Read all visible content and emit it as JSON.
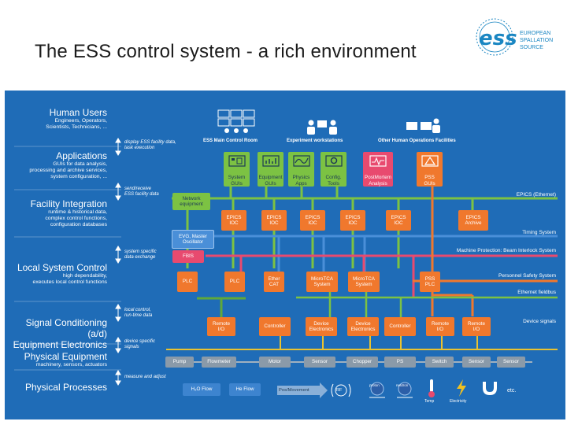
{
  "slide": {
    "title": "The ESS control system - a rich environment"
  },
  "logo": {
    "mark": "ess",
    "line1": "EUROPEAN",
    "line2": "SPALLATION",
    "line3": "SOURCE"
  },
  "layers": [
    {
      "title": "Human Users",
      "sub": [
        "Engineers, Operators,",
        "Scientists, Technicians, ..."
      ]
    },
    {
      "title": "Applications",
      "sub": [
        "GUIs for data analysis,",
        "processing and archive services,",
        "system configuration, ..."
      ]
    },
    {
      "title": "Facility Integration",
      "sub": [
        "runtime & historical data,",
        "complex control functions,",
        "configuration databases"
      ]
    },
    {
      "title": "Local System Control",
      "sub": [
        "high dependability,",
        "executes local control functions"
      ]
    },
    {
      "title": "Signal Conditioning (a/d)",
      "sub": [
        "Equipment Electronics"
      ]
    },
    {
      "title": "Physical Equipment",
      "sub": [
        "machinery, sensors, actuators"
      ]
    },
    {
      "title": "Physical Processes",
      "sub": []
    }
  ],
  "notes": [
    [
      "display ESS facility data,",
      "task execution"
    ],
    [
      "send/receive",
      "ESS facility data"
    ],
    [
      "system specific",
      "data exchange"
    ],
    [
      "local control,",
      "run-time data"
    ],
    [
      "device specific",
      "signals"
    ],
    [
      "measure and adjust"
    ]
  ],
  "user_groups": [
    "ESS Main Control Room",
    "Experiment workstations",
    "Other Human Operations Facilities"
  ],
  "apps": [
    [
      "System",
      "GUIs"
    ],
    [
      "Equipment",
      "GUIs"
    ],
    [
      "Physics",
      "Apps"
    ],
    [
      "Config.",
      "Tools"
    ],
    [
      "PostMortem",
      "Analysis"
    ],
    [
      "PSS",
      "GUIs"
    ]
  ],
  "network": [
    "Network",
    "equipment"
  ],
  "iocs": [
    [
      "EPICS",
      "IOC"
    ],
    [
      "EPICS",
      "IOC"
    ],
    [
      "EPICS",
      "IOC"
    ],
    [
      "EPICS",
      "IOC"
    ],
    [
      "EPICS",
      "IOC"
    ]
  ],
  "archive": [
    "EPICS",
    "Archive"
  ],
  "evg": [
    "EVG, Master",
    "Oscillator"
  ],
  "fbis": "FBIS",
  "buses": {
    "epics": "EPICS (Ethernet)",
    "timing": "Timing System",
    "machine_protection": "Machine Protection: Beam Interlock System",
    "pss": "Personnel Safety System",
    "fieldbus": "Ethernet fieldbus",
    "device_signals": "Device signals"
  },
  "local_controllers": [
    [
      "PLC"
    ],
    [
      "PLC"
    ],
    [
      "Ether",
      "CAT"
    ],
    [
      "MicroTCA",
      "System"
    ],
    [
      "MicroTCA",
      "System"
    ],
    [
      "PSS",
      "PLC"
    ]
  ],
  "electronics": [
    [
      "Remote",
      "I/O"
    ],
    [
      "Controller"
    ],
    [
      "Device",
      "Electronics"
    ],
    [
      "Device",
      "Electronics"
    ],
    [
      "Controller"
    ],
    [
      "Remote",
      "I/O"
    ],
    [
      "Remote",
      "I/O"
    ]
  ],
  "equipment": [
    "Pump",
    "Flowmeter",
    "Motor",
    "Sensor",
    "Chopper",
    "PS",
    "Switch",
    "Sensor",
    "Sensor"
  ],
  "processes": {
    "h2o": "H₂O Flow",
    "he": "He Flow",
    "motion": "Pos/Movement",
    "rf": "RF",
    "proton": "proton",
    "neutron": "neutron",
    "temp": "Temp",
    "elec": "Electricity",
    "etc": "etc."
  },
  "colors": {
    "background": "#1f6cb7",
    "orange": "#f0782d",
    "green": "#7cc243",
    "blue": "#4a8fd8",
    "pink": "#e84a6f",
    "gray": "#8a9aa9",
    "yellow": "#e8c230"
  }
}
